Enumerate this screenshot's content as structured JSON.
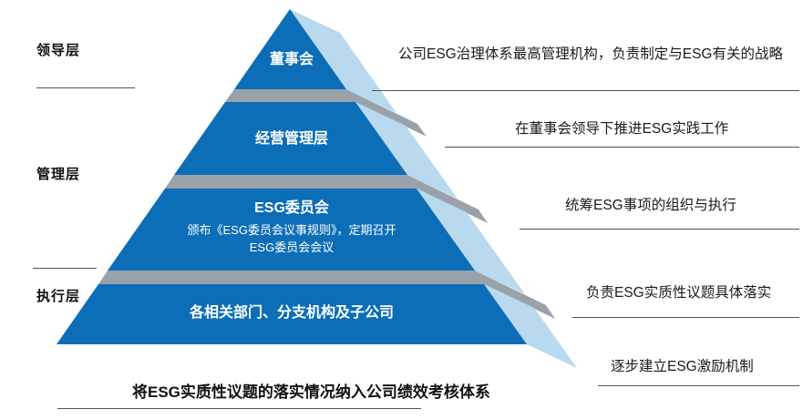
{
  "colors": {
    "pyramid_front": "#0d6eb8",
    "pyramid_side": "#b9d9ee",
    "separator_band": "#99a2ab",
    "line": "#44546a"
  },
  "layers": [
    {
      "label": "领导层"
    },
    {
      "label": "管理层"
    },
    {
      "label": "执行层"
    }
  ],
  "pyramid": {
    "tiers": [
      {
        "title": "董事会"
      },
      {
        "title": "经营管理层"
      },
      {
        "title": "ESG委员会",
        "subtitle": [
          "颁布《ESG委员会议事规则》，定期召开",
          "ESG委员会会议"
        ]
      },
      {
        "title": "各相关部门、分支机构及子公司"
      }
    ]
  },
  "annotations": [
    {
      "text": "公司ESG治理体系最高管理机构，负责制定与ESG有关的战略"
    },
    {
      "text": "在董事会领导下推进ESG实践工作"
    },
    {
      "text": "统筹ESG事项的组织与执行"
    },
    {
      "text": "负责ESG实质性议题具体落实"
    },
    {
      "text": "逐步建立ESG激励机制"
    }
  ],
  "caption": "将ESG实质性议题的落实情况纳入公司绩效考核体系"
}
